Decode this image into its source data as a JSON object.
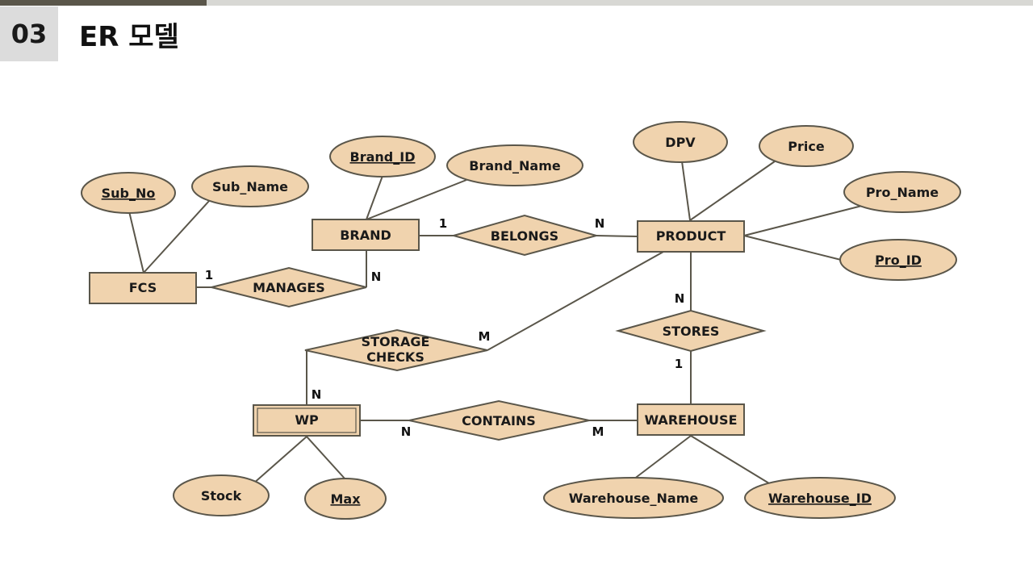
{
  "header": {
    "section_number": "03",
    "title": "ER 모델"
  },
  "diagram": {
    "entities": [
      {
        "id": "fcs",
        "label": "FCS"
      },
      {
        "id": "brand",
        "label": "BRAND"
      },
      {
        "id": "product",
        "label": "PRODUCT"
      },
      {
        "id": "wp",
        "label": "WP",
        "weak": true
      },
      {
        "id": "warehouse",
        "label": "WAREHOUSE"
      }
    ],
    "relationships": [
      {
        "id": "manages",
        "label": "MANAGES"
      },
      {
        "id": "belongs",
        "label": "BELONGS"
      },
      {
        "id": "stores",
        "label": "STORES"
      },
      {
        "id": "storage_checks",
        "label": [
          "STORAGE",
          "CHECKS"
        ]
      },
      {
        "id": "contains",
        "label": "CONTAINS"
      }
    ],
    "attributes": [
      {
        "id": "sub_no",
        "label": "Sub_No",
        "key": true
      },
      {
        "id": "sub_name",
        "label": "Sub_Name"
      },
      {
        "id": "brand_id",
        "label": "Brand_ID",
        "key": true
      },
      {
        "id": "brand_name",
        "label": "Brand_Name"
      },
      {
        "id": "dpv",
        "label": "DPV"
      },
      {
        "id": "price",
        "label": "Price"
      },
      {
        "id": "pro_name",
        "label": "Pro_Name"
      },
      {
        "id": "pro_id",
        "label": "Pro_ID",
        "key": true
      },
      {
        "id": "stock",
        "label": "Stock"
      },
      {
        "id": "max",
        "label": "Max",
        "partial_key": true
      },
      {
        "id": "warehouse_name",
        "label": "Warehouse_Name"
      },
      {
        "id": "warehouse_id",
        "label": "Warehouse_ID",
        "key": true
      }
    ],
    "cardinalities": {
      "fcs_manages": "1",
      "brand_manages": "N",
      "brand_belongs": "1",
      "product_belongs": "N",
      "product_stores": "N",
      "warehouse_stores": "1",
      "product_storage": "M",
      "wp_storage": "N",
      "wp_contains": "N",
      "warehouse_contains": "M"
    },
    "colors": {
      "fill": "#f0d3ae",
      "stroke": "#5a564a"
    }
  }
}
